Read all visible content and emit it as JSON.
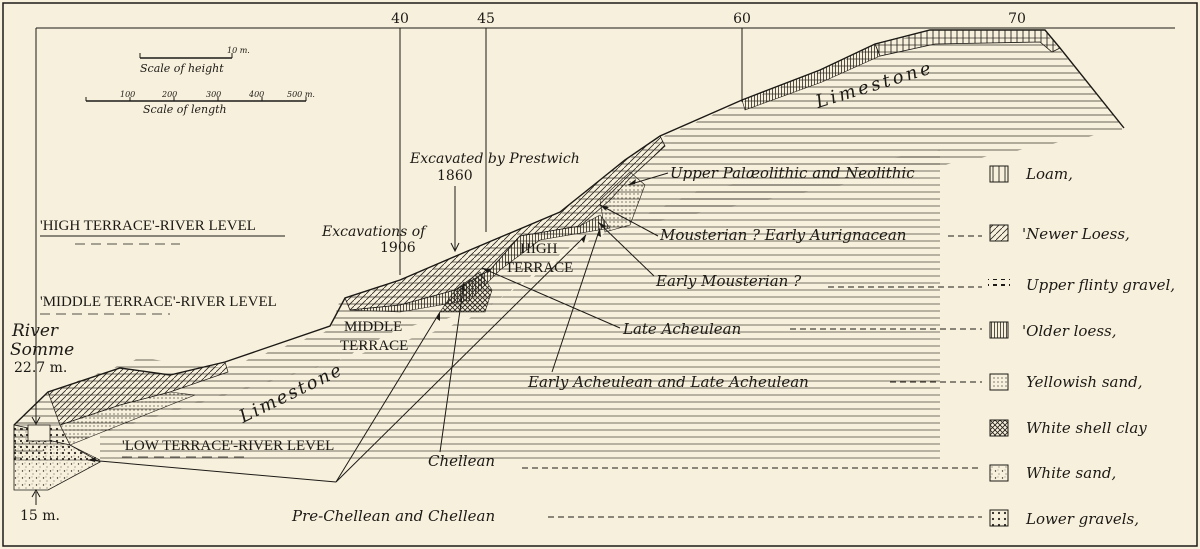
{
  "diagram": {
    "distance_markers": [
      "40",
      "45",
      "60",
      "70"
    ],
    "scale_height": {
      "label": "Scale of height",
      "value": "10 m."
    },
    "scale_length": {
      "label": "Scale of length",
      "ticks": [
        "100",
        "200",
        "300",
        "400",
        "500 m."
      ]
    },
    "level_labels": {
      "high": "'HIGH TERRACE'-RIVER LEVEL",
      "middle": "'MIDDLE TERRACE'-RIVER LEVEL",
      "low": "'LOW TERRACE'-RIVER LEVEL"
    },
    "river": {
      "name_line1": "River",
      "name_line2": "Somme",
      "elevation": "22.7 m.",
      "bottom": "15 m."
    },
    "terraces": {
      "high_line1": "HIGH",
      "high_line2": "TERRACE",
      "middle_line1": "MIDDLE",
      "middle_line2": "TERRACE"
    },
    "limestone_labels": [
      "Limestone",
      "Limestone"
    ],
    "excavations": {
      "prestwich_line1": "Excavated by Prestwich",
      "prestwich_line2": "1860",
      "of1906_line1": "Excavations of",
      "of1906_line2": "1906"
    },
    "cultures": [
      "Upper Palæolithic and Neolithic",
      "Mousterian ? Early Aurignacean",
      "Early Mousterian ?",
      "Late Acheulean",
      "Early Acheulean and Late Acheulean",
      "Chellean",
      "Pre-Chellean and Chellean"
    ],
    "legend": [
      {
        "label": "Loam,",
        "pattern": "vertical-lines"
      },
      {
        "label": "'Newer Loess,",
        "pattern": "diagonal-lines"
      },
      {
        "label": "Upper flinty gravel,",
        "pattern": "dashes"
      },
      {
        "label": "'Older loess,",
        "pattern": "dense-vertical"
      },
      {
        "label": "Yellowish sand,",
        "pattern": "fine-dots"
      },
      {
        "label": "White shell clay",
        "pattern": "crosshatch"
      },
      {
        "label": "White sand,",
        "pattern": "speckle"
      },
      {
        "label": "Lower gravels,",
        "pattern": "coarse-dots"
      }
    ]
  }
}
